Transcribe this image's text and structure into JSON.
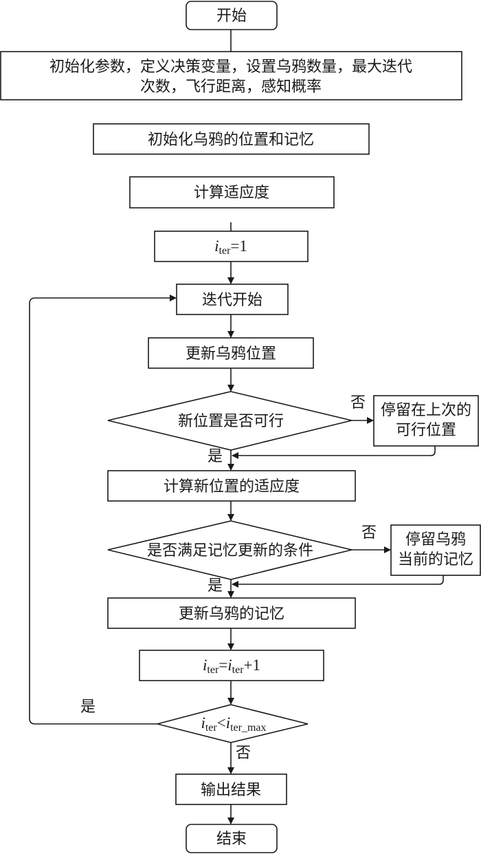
{
  "diagram": {
    "type": "flowchart",
    "nodes": {
      "start": "开始",
      "init_params_line1": "初始化参数，定义决策变量，设置乌鸦数量，最大迭代",
      "init_params_line2": "次数，飞行距离，感知概率",
      "init_crows": "初始化乌鸦的位置和记忆",
      "calc_fitness": "计算适应度",
      "iter_init": {
        "var": "i",
        "sub": "ter",
        "rest": "=1"
      },
      "iter_start": "迭代开始",
      "update_pos": "更新乌鸦位置",
      "feasible_decision": "新位置是否可行",
      "stay_last_line1": "停留在上次的",
      "stay_last_line2": "可行位置",
      "calc_new_fitness": "计算新位置的适应度",
      "memory_decision": "是否满足记忆更新的条件",
      "keep_memory_line1": "停留乌鸦",
      "keep_memory_line2": "当前的记忆",
      "update_memory": "更新乌鸦的记忆",
      "iter_inc": {
        "var": "i",
        "sub": "ter",
        "eq": "=",
        "var2": "i",
        "sub2": "ter",
        "rest": "+1"
      },
      "loop_decision": {
        "var": "i",
        "sub": "ter",
        "op": "<",
        "var2": "i",
        "sub2": "ter_max"
      },
      "output": "输出结果",
      "end": "结束"
    },
    "edge_labels": {
      "feasible_no": "否",
      "feasible_yes": "是",
      "memory_no": "否",
      "memory_yes": "是",
      "loop_yes": "是",
      "loop_no": "否"
    }
  }
}
